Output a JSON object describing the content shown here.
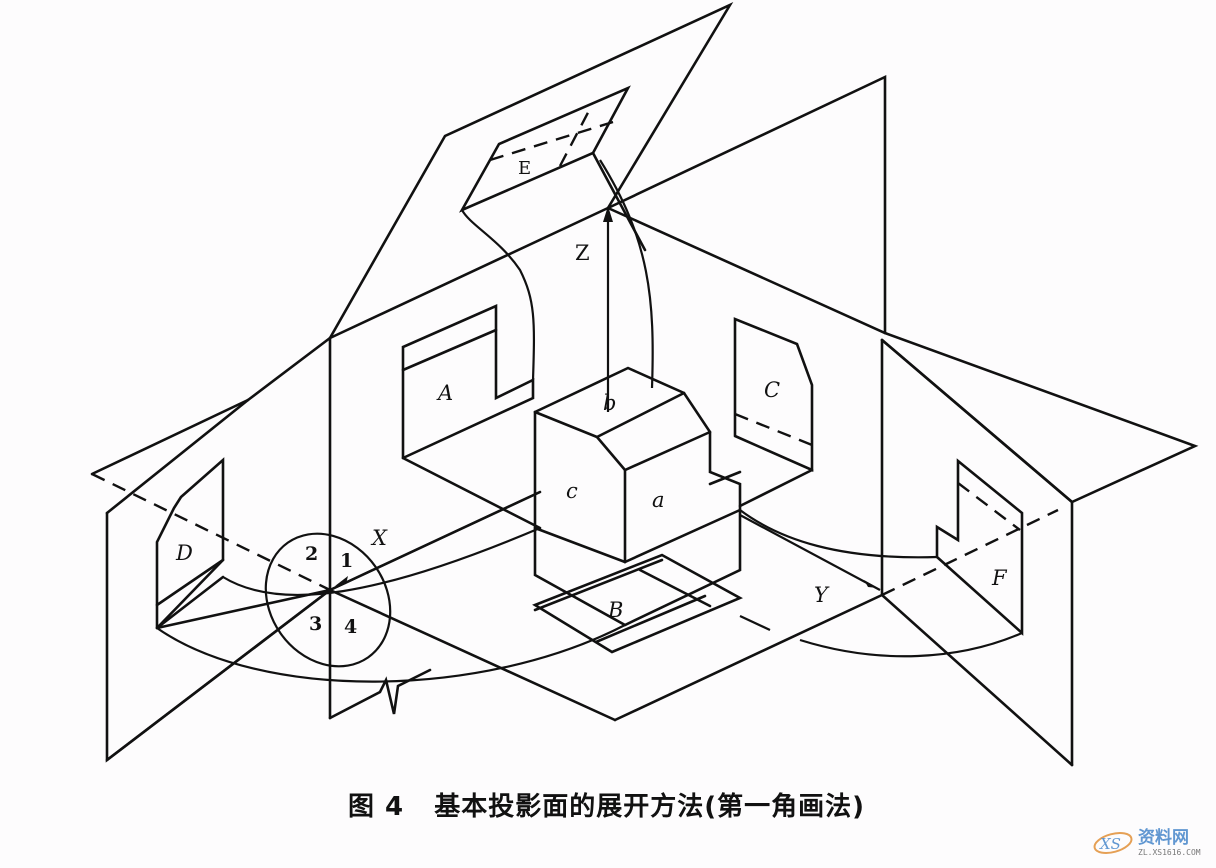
{
  "figure": {
    "caption": "图 4   基本投影面的展开方法(第一角画法)",
    "caption_number": "图 4",
    "caption_title": "基本投影面的展开方法(第一角画法)"
  },
  "labels": {
    "view_A": "A",
    "view_B": "B",
    "view_C": "C",
    "view_D": "D",
    "view_E": "E",
    "view_F": "F",
    "face_a": "a",
    "face_b": "b",
    "face_c": "c",
    "axis_X": "X",
    "axis_Y": "Y",
    "axis_Z": "Z",
    "quadrant_1": "1",
    "quadrant_2": "2",
    "quadrant_3": "3",
    "quadrant_4": "4"
  },
  "watermark": {
    "logo_text": "XS",
    "site_name": "资料网",
    "url": "ZL.XS1616.COM"
  },
  "colors": {
    "line": "#111111",
    "background": "#fdfcfd",
    "watermark_blue": "#3b7fc7",
    "watermark_orange": "#e08a2c"
  }
}
